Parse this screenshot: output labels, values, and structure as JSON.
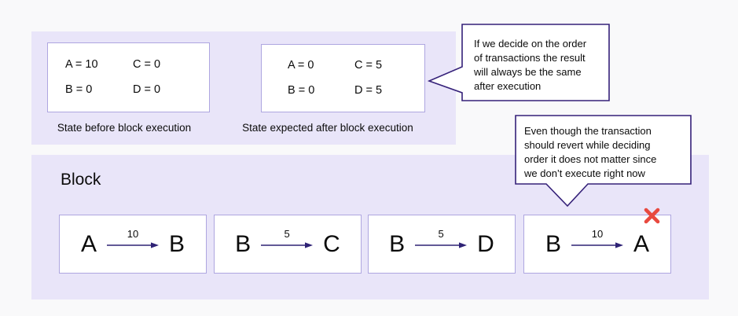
{
  "top_panel": {
    "state_before": {
      "entries": [
        "A = 10",
        "C = 0",
        "B = 0",
        "D = 0"
      ],
      "caption": "State before block execution"
    },
    "state_after": {
      "entries": [
        "A = 0",
        "C = 5",
        "B = 0",
        "D = 5"
      ],
      "caption": "State expected after block execution"
    }
  },
  "callouts": {
    "order_note": {
      "lines": [
        "If we decide on the order",
        "of transactions the result",
        "will always be the same",
        "after execution"
      ]
    },
    "revert_note": {
      "lines": [
        "Even though the transaction",
        "should revert while deciding",
        "order it does not matter since",
        "we don’t execute right now"
      ]
    }
  },
  "block": {
    "title": "Block",
    "transactions": [
      {
        "from": "A",
        "amount": "10",
        "to": "B"
      },
      {
        "from": "B",
        "amount": "5",
        "to": "C"
      },
      {
        "from": "B",
        "amount": "5",
        "to": "D"
      },
      {
        "from": "B",
        "amount": "10",
        "to": "A"
      }
    ]
  },
  "icons": {
    "invalid_x": "✕",
    "transfer_arrow": "→"
  },
  "colors": {
    "page_bg": "#f9f9fa",
    "panel_bg": "#e9e5f9",
    "box_border": "#aea6e0",
    "callout_border": "#352179",
    "arrow": "#2e2275",
    "invalid_x": "#e8493f",
    "text": "#0b0b0b"
  }
}
